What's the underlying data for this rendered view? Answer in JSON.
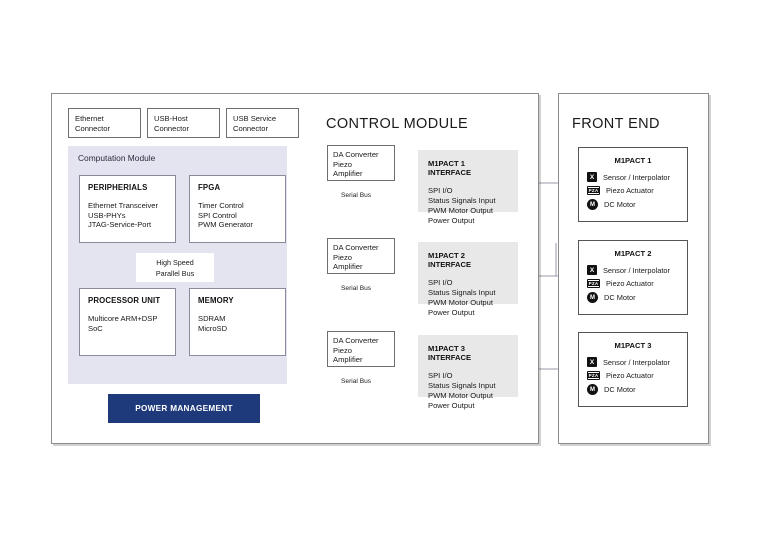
{
  "panels": {
    "control": {
      "title": "CONTROL MODULE"
    },
    "frontend": {
      "title": "FRONT END"
    }
  },
  "connectors": [
    {
      "line1": "Ethernet",
      "line2": "Connector"
    },
    {
      "line1": "USB-Host",
      "line2": "Connector"
    },
    {
      "line1": "USB Service",
      "line2": "Connector"
    }
  ],
  "computation_module": {
    "label": "Computation Module",
    "bus_label_line1": "High Speed",
    "bus_label_line2": "Parallel Bus",
    "blocks": [
      {
        "title": "PERIPHERIALS",
        "items": [
          "Ethernet Transceiver",
          "USB-PHYs",
          "JTAG-Service-Port"
        ]
      },
      {
        "title": "FPGA",
        "items": [
          "Timer Control",
          "SPI Control",
          "PWM Generator"
        ]
      },
      {
        "title": "PROCESSOR UNIT",
        "items": [
          "Multicore ARM+DSP",
          "SoC"
        ]
      },
      {
        "title": "MEMORY",
        "items": [
          "SDRAM",
          "MicroSD"
        ]
      }
    ]
  },
  "power_management": {
    "label": "POWER MANAGEMENT",
    "color": "#1e3a7b"
  },
  "da_converters": [
    {
      "line1": "DA Converter",
      "line2": "Piezo",
      "line3": "Amplifier"
    },
    {
      "line1": "DA Converter",
      "line2": "Piezo",
      "line3": "Amplifier"
    },
    {
      "line1": "DA Converter",
      "line2": "Piezo",
      "line3": "Amplifier"
    }
  ],
  "serial_bus_labels": [
    "Serial Bus",
    "Serial Bus",
    "Serial Bus"
  ],
  "interfaces": [
    {
      "title": "M1PACT 1 INTERFACE",
      "items": [
        "SPI I/O",
        "Status Signals Input",
        "PWM Motor Output",
        "Power Output"
      ]
    },
    {
      "title": "M1PACT 2 INTERFACE",
      "items": [
        "SPI I/O",
        "Status Signals Input",
        "PWM Motor Output",
        "Power Output"
      ]
    },
    {
      "title": "M1PACT 3 INTERFACE",
      "items": [
        "SPI I/O",
        "Status Signals Input",
        "PWM Motor Output",
        "Power Output"
      ]
    }
  ],
  "frontend_units": [
    {
      "title": "M1PACT 1",
      "rows": [
        {
          "icon": "sensor-interpolator-icon",
          "glyph": "X",
          "label": "Sensor / Interpolator"
        },
        {
          "icon": "piezo-actuator-icon",
          "glyph": "PZA",
          "label": "Piezo Actuator"
        },
        {
          "icon": "dc-motor-icon",
          "glyph": "M",
          "label": "DC Motor"
        }
      ]
    },
    {
      "title": "M1PACT 2",
      "rows": [
        {
          "icon": "sensor-interpolator-icon",
          "glyph": "X",
          "label": "Sensor / Interpolator"
        },
        {
          "icon": "piezo-actuator-icon",
          "glyph": "PZA",
          "label": "Piezo Actuator"
        },
        {
          "icon": "dc-motor-icon",
          "glyph": "M",
          "label": "DC Motor"
        }
      ]
    },
    {
      "title": "M1PACT 3",
      "rows": [
        {
          "icon": "sensor-interpolator-icon",
          "glyph": "X",
          "label": "Sensor / Interpolator"
        },
        {
          "icon": "piezo-actuator-icon",
          "glyph": "PZA",
          "label": "Piezo Actuator"
        },
        {
          "icon": "dc-motor-icon",
          "glyph": "M",
          "label": "DC Motor"
        }
      ]
    }
  ],
  "colors": {
    "module_bg": "#e4e4f1",
    "interface_bg": "#e8e8e8",
    "power_bg": "#1e3a7b",
    "wire": "#9a9aa8",
    "frame": "#8c8c8c"
  }
}
